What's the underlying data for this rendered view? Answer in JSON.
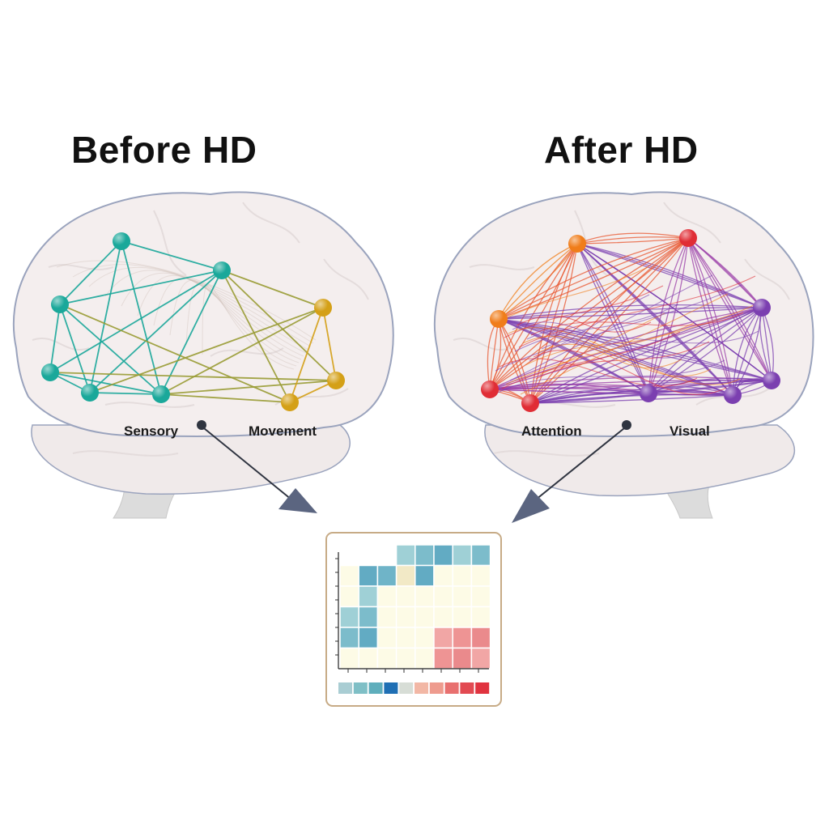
{
  "titles": {
    "before": "Before HD",
    "after": "After HD"
  },
  "regions": {
    "before_left": "Sensory",
    "before_right": "Movement",
    "after_left": "Attention",
    "after_right": "Visual"
  },
  "colors": {
    "teal": "#1aa89a",
    "gold": "#d4a017",
    "orange": "#f07d1a",
    "red": "#e02d35",
    "purple": "#7b3fb0",
    "brain_fill": "#f4eeee",
    "brain_outline": "#9aa3bd",
    "arrow": "#5b6580",
    "matrix_frame": "#c7ab86"
  },
  "icons": [
    "arrow-icon"
  ],
  "chart_data": {
    "type": "heatmap",
    "rows": 6,
    "cols": 8,
    "description_blocks": [
      {
        "rows": [
          0,
          1
        ],
        "cols": [
          3,
          7
        ],
        "level": "blue"
      },
      {
        "rows": [
          1,
          4
        ],
        "cols": [
          0,
          2
        ],
        "level": "blue"
      },
      {
        "rows": [
          4,
          5
        ],
        "cols": [
          5,
          7
        ],
        "level": "red"
      }
    ],
    "colorbar": [
      "#a9cdd3",
      "#7fbfc6",
      "#5faebc",
      "#1f6fb4",
      "#d7ddd6",
      "#f2b7a5",
      "#ee9b8e",
      "#e8706f",
      "#e24a52",
      "#e0333f"
    ]
  }
}
